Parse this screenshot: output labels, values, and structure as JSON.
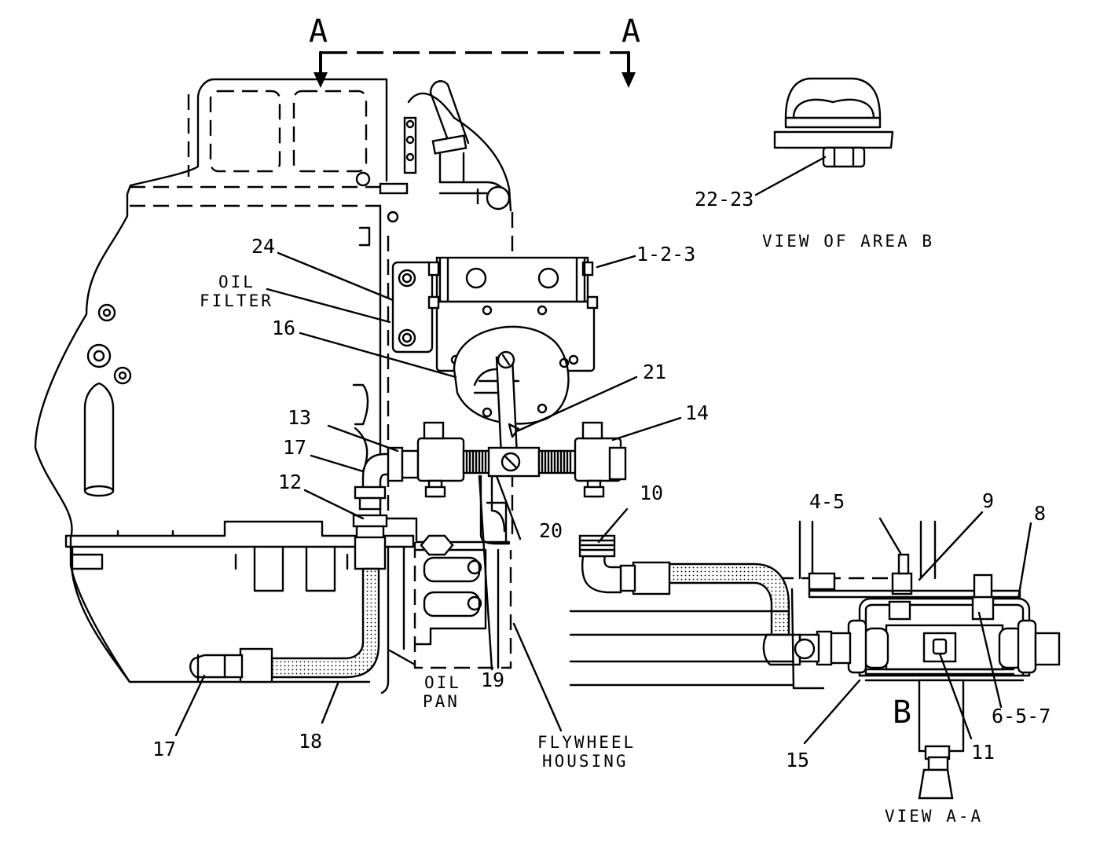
{
  "diagram": {
    "section_marks": [
      "A",
      "A"
    ],
    "view_marker": "B",
    "part_labels": {
      "l_1_2_3": "1-2-3",
      "l_4_5": "4-5",
      "l_6_5_7": "6-5-7",
      "l_8": "8",
      "l_9": "9",
      "l_10": "10",
      "l_11": "11",
      "l_12": "12",
      "l_13": "13",
      "l_14": "14",
      "l_15": "15",
      "l_16": "16",
      "l_17a": "17",
      "l_17b": "17",
      "l_18": "18",
      "l_19": "19",
      "l_20": "20",
      "l_21": "21",
      "l_22_23": "22-23",
      "l_24": "24"
    },
    "callouts": {
      "oil_filter": [
        "OIL",
        "FILTER"
      ],
      "oil_pan": [
        "OIL",
        "PAN"
      ],
      "flywheel_housing": [
        "FLYWHEEL",
        "HOUSING"
      ]
    },
    "captions": {
      "view_area_b": "VIEW OF AREA B",
      "view_a_a": "VIEW A-A"
    }
  }
}
